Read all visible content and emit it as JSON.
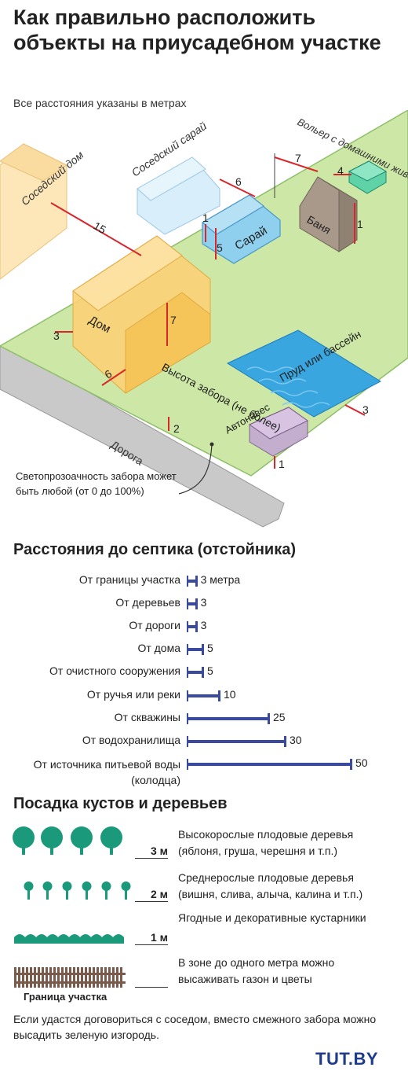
{
  "title": "Как правильно расположить объекты на приусадебном участке",
  "subtitle": "Все расстояния указаны в метрах",
  "diagram": {
    "labels": {
      "neighbor_house": "Соседский дом",
      "neighbor_shed": "Соседский сарай",
      "enclosure": "Вольер с домашними животными",
      "shed": "Сарай",
      "sauna": "Баня",
      "house": "Дом",
      "pond": "Пруд или бассейн",
      "canopy": "Автонавес",
      "road": "Дорога",
      "fence_height": "Высота забора (не более)",
      "fence_transparency": "Светопрозоачность забора может быть любой (от 0 до 100%)"
    },
    "distances": {
      "house_to_neighbor_house": "15",
      "shed_to_neighbor_shed": "6",
      "enclosure_offset": "7",
      "enclosure_width": "4",
      "shed_side": "1",
      "shed_height": "5",
      "sauna_height": "1",
      "house_height": "7",
      "house_to_boundary": "3",
      "house_to_road": "6",
      "fence_height": "2",
      "pond_to_boundary": "3",
      "canopy_to_boundary": "1"
    }
  },
  "septic": {
    "title": "Расстояния до септика (отстойника)",
    "max_value": 50,
    "rows": [
      {
        "label": "От границы участка",
        "value": 3,
        "value_label": "3 метра"
      },
      {
        "label": "От деревьев",
        "value": 3,
        "value_label": "3"
      },
      {
        "label": "От дороги",
        "value": 3,
        "value_label": "3"
      },
      {
        "label": "От дома",
        "value": 5,
        "value_label": "5"
      },
      {
        "label": "От очистного сооружения",
        "value": 5,
        "value_label": "5"
      },
      {
        "label": "От ручья или реки",
        "value": 10,
        "value_label": "10"
      },
      {
        "label": "От скважины",
        "value": 25,
        "value_label": "25"
      },
      {
        "label": "От водохранилища",
        "value": 30,
        "value_label": "30"
      },
      {
        "label": "От источника питьевой воды (колодца)",
        "value": 50,
        "value_label": "50"
      }
    ]
  },
  "planting": {
    "title": "Посадка кустов и деревьев",
    "rows": [
      {
        "distance": "3 м",
        "text": "Высокорослые плодовые деревья (яблоня, груша, черешня и т.п.)"
      },
      {
        "distance": "2 м",
        "text": "Среднерослые плодовые деревья (вишня, слива, алыча, калина и т.п.)"
      },
      {
        "distance": "1 м",
        "text": "Ягодные и декоративные кустарники"
      },
      {
        "distance": "",
        "text": "В зоне до одного метра можно высаживать газон и цветы"
      }
    ],
    "boundary_label": "Граница участка",
    "footer": "Если удастся договориться с соседом, вместо смежного забора можно высадить зеленую изгородь."
  },
  "logo": "TUT.BY",
  "colors": {
    "plot": "#c8e6a0",
    "house": "#f5c85a",
    "blue_building": "#9fd6ef",
    "sauna": "#a89a86",
    "pond": "#3aa6e0",
    "canopy": "#b49ac4",
    "road": "#c8c8c8",
    "dimension": "#d9262a",
    "septic_bar": "#3a4a9c",
    "tree": "#1a9a7a",
    "fence": "#7a5a4a"
  }
}
